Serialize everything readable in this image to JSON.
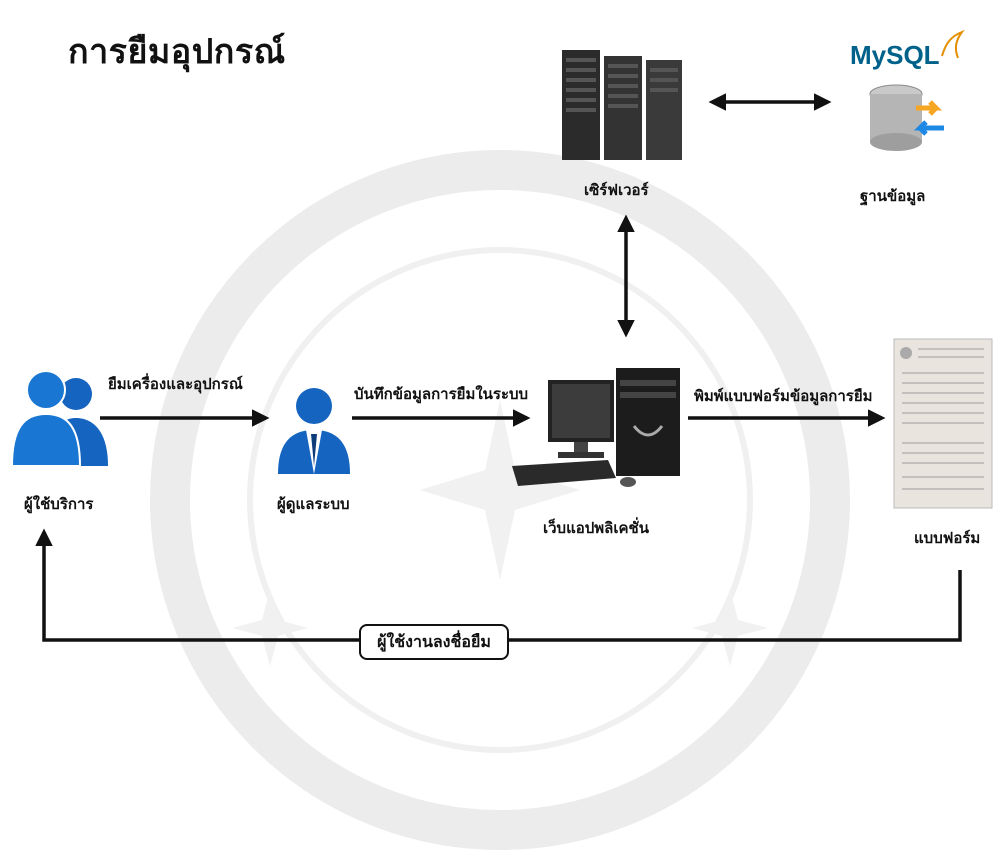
{
  "title": "การยืมอุปกรณ์",
  "nodes": {
    "server": "เซิร์ฟเวอร์",
    "database": "ฐานข้อมูล",
    "database_logo": "MySQL",
    "client": "ผู้ใช้บริการ",
    "admin": "ผู้ดูแลระบบ",
    "web_app": "เว็บแอปพลิเคชั่น",
    "form": "แบบฟอร์ม"
  },
  "edges": {
    "client_to_admin": "ยืมเครื่องและอุปกรณ์",
    "admin_to_app": "บันทึกข้อมูลการยืมในระบบ",
    "app_to_form": "พิมพ์แบบฟอร์มข้อมูลการยืม",
    "form_to_client": "ผู้ใช้งานลงชื่อยืม"
  },
  "colors": {
    "person_blue": "#1565c0",
    "arrow": "#111111",
    "watermark": "#e8e8e8"
  }
}
